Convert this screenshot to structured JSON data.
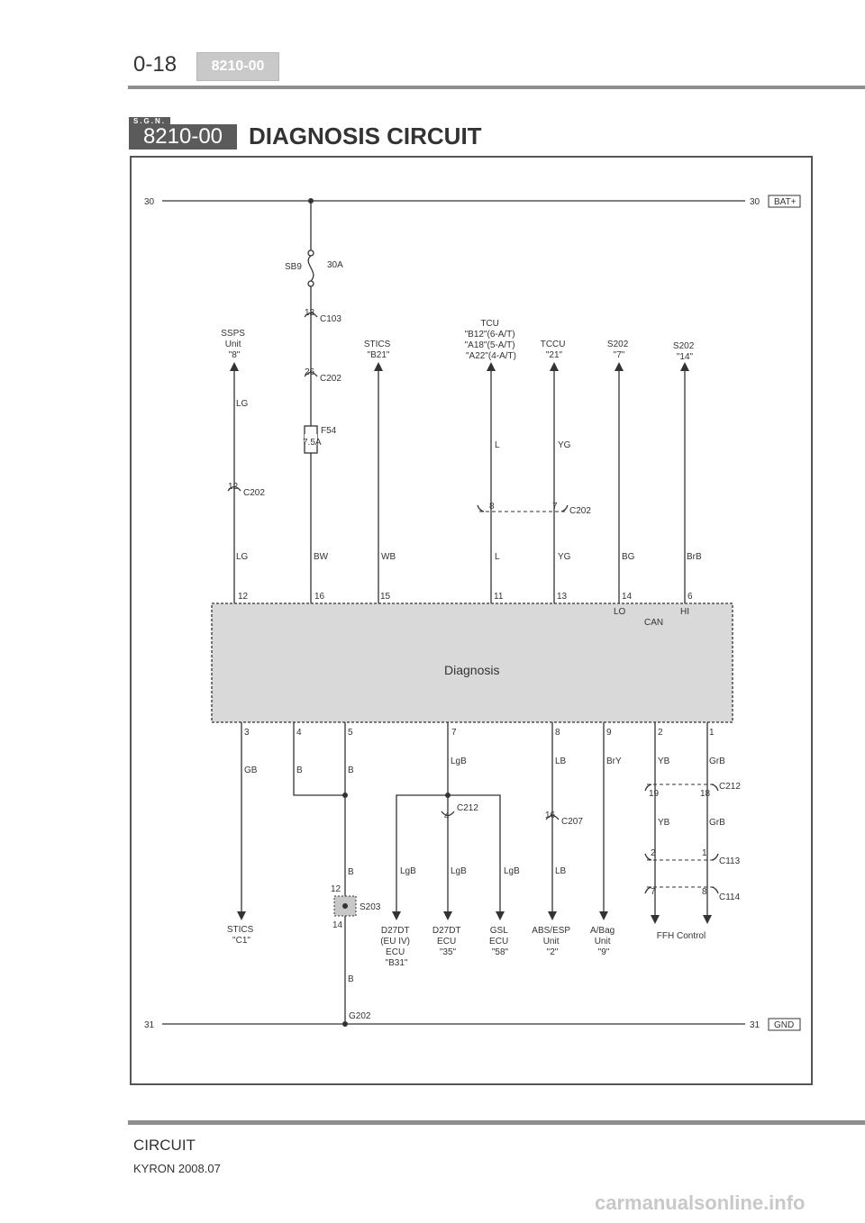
{
  "header": {
    "page_number": "0-18",
    "tag": "8210-00"
  },
  "section": {
    "badge_small": "S.G.N.",
    "badge": "8210-00",
    "title": "DIAGNOSIS CIRCUIT"
  },
  "diagram": {
    "bus_top": {
      "left": "30",
      "right": "30",
      "tag": "BAT+"
    },
    "bus_bottom": {
      "left": "31",
      "right": "31",
      "tag": "GND"
    },
    "fuse_sb9": {
      "name": "SB9",
      "rating": "30A"
    },
    "fuse_f54": {
      "name": "F54",
      "rating": "7.5A"
    },
    "conn_c103": {
      "pin": "13",
      "name": "C103"
    },
    "conn_c202a": {
      "pin": "26",
      "name": "C202"
    },
    "conn_c202b": {
      "pin": "12",
      "name": "C202"
    },
    "conn_c202c": {
      "pin_l": "8",
      "pin_r": "7",
      "name": "C202"
    },
    "conn_c212a": {
      "pin": "4",
      "name": "C212"
    },
    "conn_c212b": {
      "pin_l": "19",
      "pin_r": "18",
      "name": "C212"
    },
    "conn_c207": {
      "pin": "16",
      "name": "C207"
    },
    "conn_c113": {
      "pin_l": "2",
      "pin_r": "1",
      "name": "C113"
    },
    "conn_c114": {
      "pin_l": "7",
      "pin_r": "8",
      "name": "C114"
    },
    "splice_s203": {
      "name": "S203",
      "pin_top": "12",
      "pin_bottom": "14"
    },
    "ground_g202": "G202",
    "module": {
      "label": "Diagnosis",
      "can_label": "CAN",
      "lo_label": "LO",
      "hi_label": "HI"
    },
    "top_dest": {
      "ssps": [
        "SSPS",
        "Unit",
        "\"8\""
      ],
      "stics": [
        "STICS",
        "\"B21\""
      ],
      "tcu": [
        "TCU",
        "\"B12\"(6-A/T)",
        "\"A18\"(5-A/T)",
        "\"A22\"(4-A/T)"
      ],
      "tccu": [
        "TCCU",
        "\"21\""
      ],
      "s202a": [
        "S202",
        "\"7\""
      ],
      "s202b": [
        "S202",
        "\"14\""
      ]
    },
    "top_pins": [
      "12",
      "16",
      "15",
      "11",
      "13",
      "14",
      "6"
    ],
    "top_wires": {
      "lg_upper": "LG",
      "lg_lower": "LG",
      "bw": "BW",
      "wb": "WB",
      "l_upper": "L",
      "l_lower": "L",
      "yg_upper": "YG",
      "yg_lower": "YG",
      "bg": "BG",
      "brb": "BrB"
    },
    "bottom_pins": [
      "3",
      "4",
      "5",
      "7",
      "8",
      "9",
      "2",
      "1"
    ],
    "bottom_wires": {
      "gb": "GB",
      "b4": "B",
      "b5": "B",
      "b_splice": "B",
      "b_ground": "B",
      "lgb_top": "LgB",
      "lgb_left": "LgB",
      "lgb_mid": "LgB",
      "lgb_right": "LgB",
      "lb_upper": "LB",
      "lb_lower": "LB",
      "bry": "BrY",
      "yb_upper": "YB",
      "yb_lower": "YB",
      "grb_upper": "GrB",
      "grb_lower": "GrB"
    },
    "bottom_dest": {
      "stics": [
        "STICS",
        "\"C1\""
      ],
      "d27dt_eu": [
        "D27DT",
        "(EU IV)",
        "ECU",
        "\"B31\""
      ],
      "d27dt": [
        "D27DT",
        "ECU",
        "\"35\""
      ],
      "gsl": [
        "GSL",
        "ECU",
        "\"58\""
      ],
      "abs": [
        "ABS/ESP",
        "Unit",
        "\"2\""
      ],
      "abag": [
        "A/Bag",
        "Unit",
        "\"9\""
      ],
      "ffh": [
        "FFH Control"
      ]
    }
  },
  "footer": {
    "section": "CIRCUIT",
    "model": "KYRON 2008.07",
    "watermark": "carmanualsonline.info"
  }
}
